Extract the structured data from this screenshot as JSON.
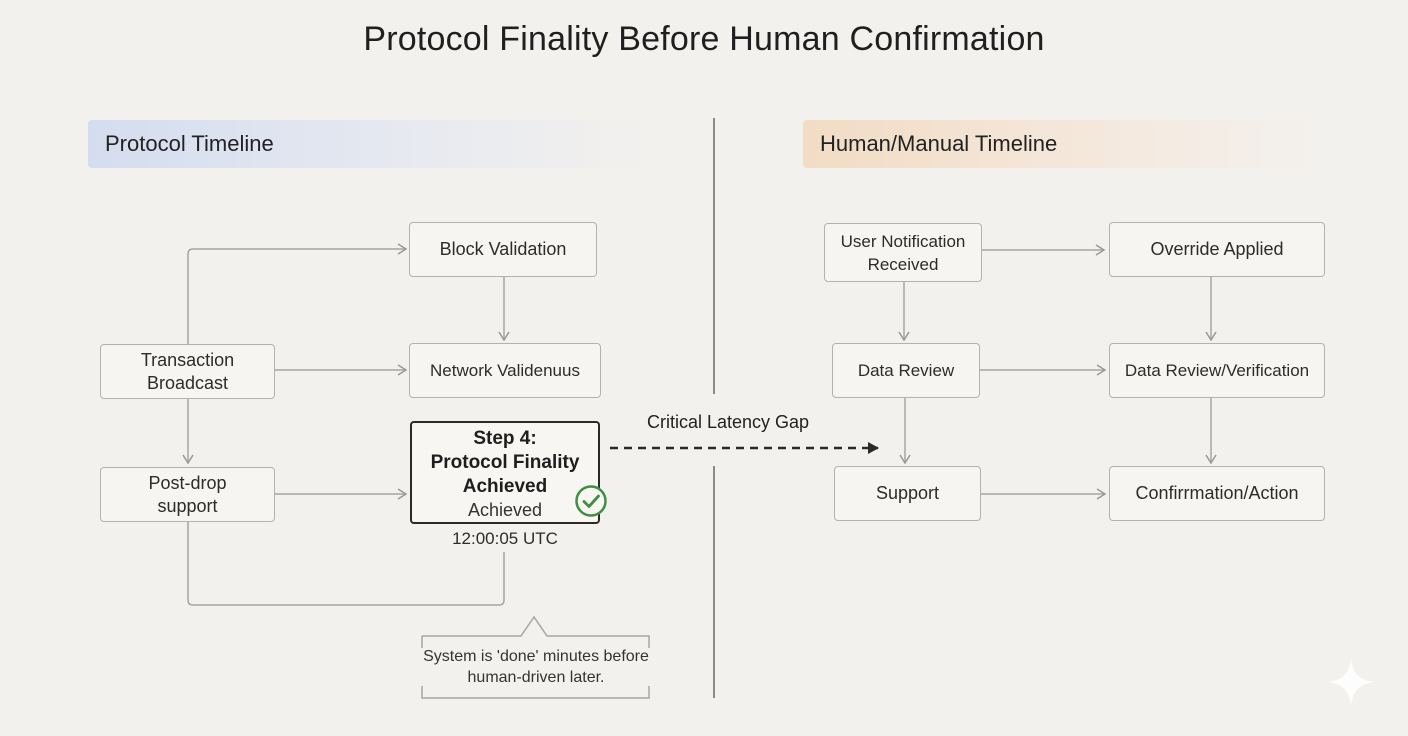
{
  "title": "Protocol Finality Before Human Confirmation",
  "protocol_timeline": {
    "header": "Protocol Timeline",
    "nodes": {
      "block_validation": "Block Validation",
      "transaction_broadcast": "Transaction Broadcast",
      "network_validation": "Network Validenuus",
      "post_drop_support": "Post-drop support"
    },
    "highlight": {
      "step": "Step 4:",
      "line1": "Protocol Finality",
      "line2": "Achieved",
      "line3": "Achieved",
      "timestamp": "12:00:05 UTC",
      "status_icon": "check-circle-icon",
      "status_color": "#3f8f3f"
    },
    "callout": "System is 'done' minutes before human-driven later."
  },
  "gap_label": "Critical Latency Gap",
  "human_timeline": {
    "header": "Human/Manual Timeline",
    "nodes": {
      "user_notification": "User Notification Received",
      "override_applied": "Override Applied",
      "data_review": "Data Review",
      "data_review_verification": "Data Review/Verification",
      "support": "Support",
      "confirmation_action": "Confirrmation/Action"
    }
  },
  "colors": {
    "protocol_band": "#d4ddef",
    "human_band": "#f2dcc4",
    "background": "#f3f1ee"
  },
  "decoration_icon": "sparkle-icon"
}
